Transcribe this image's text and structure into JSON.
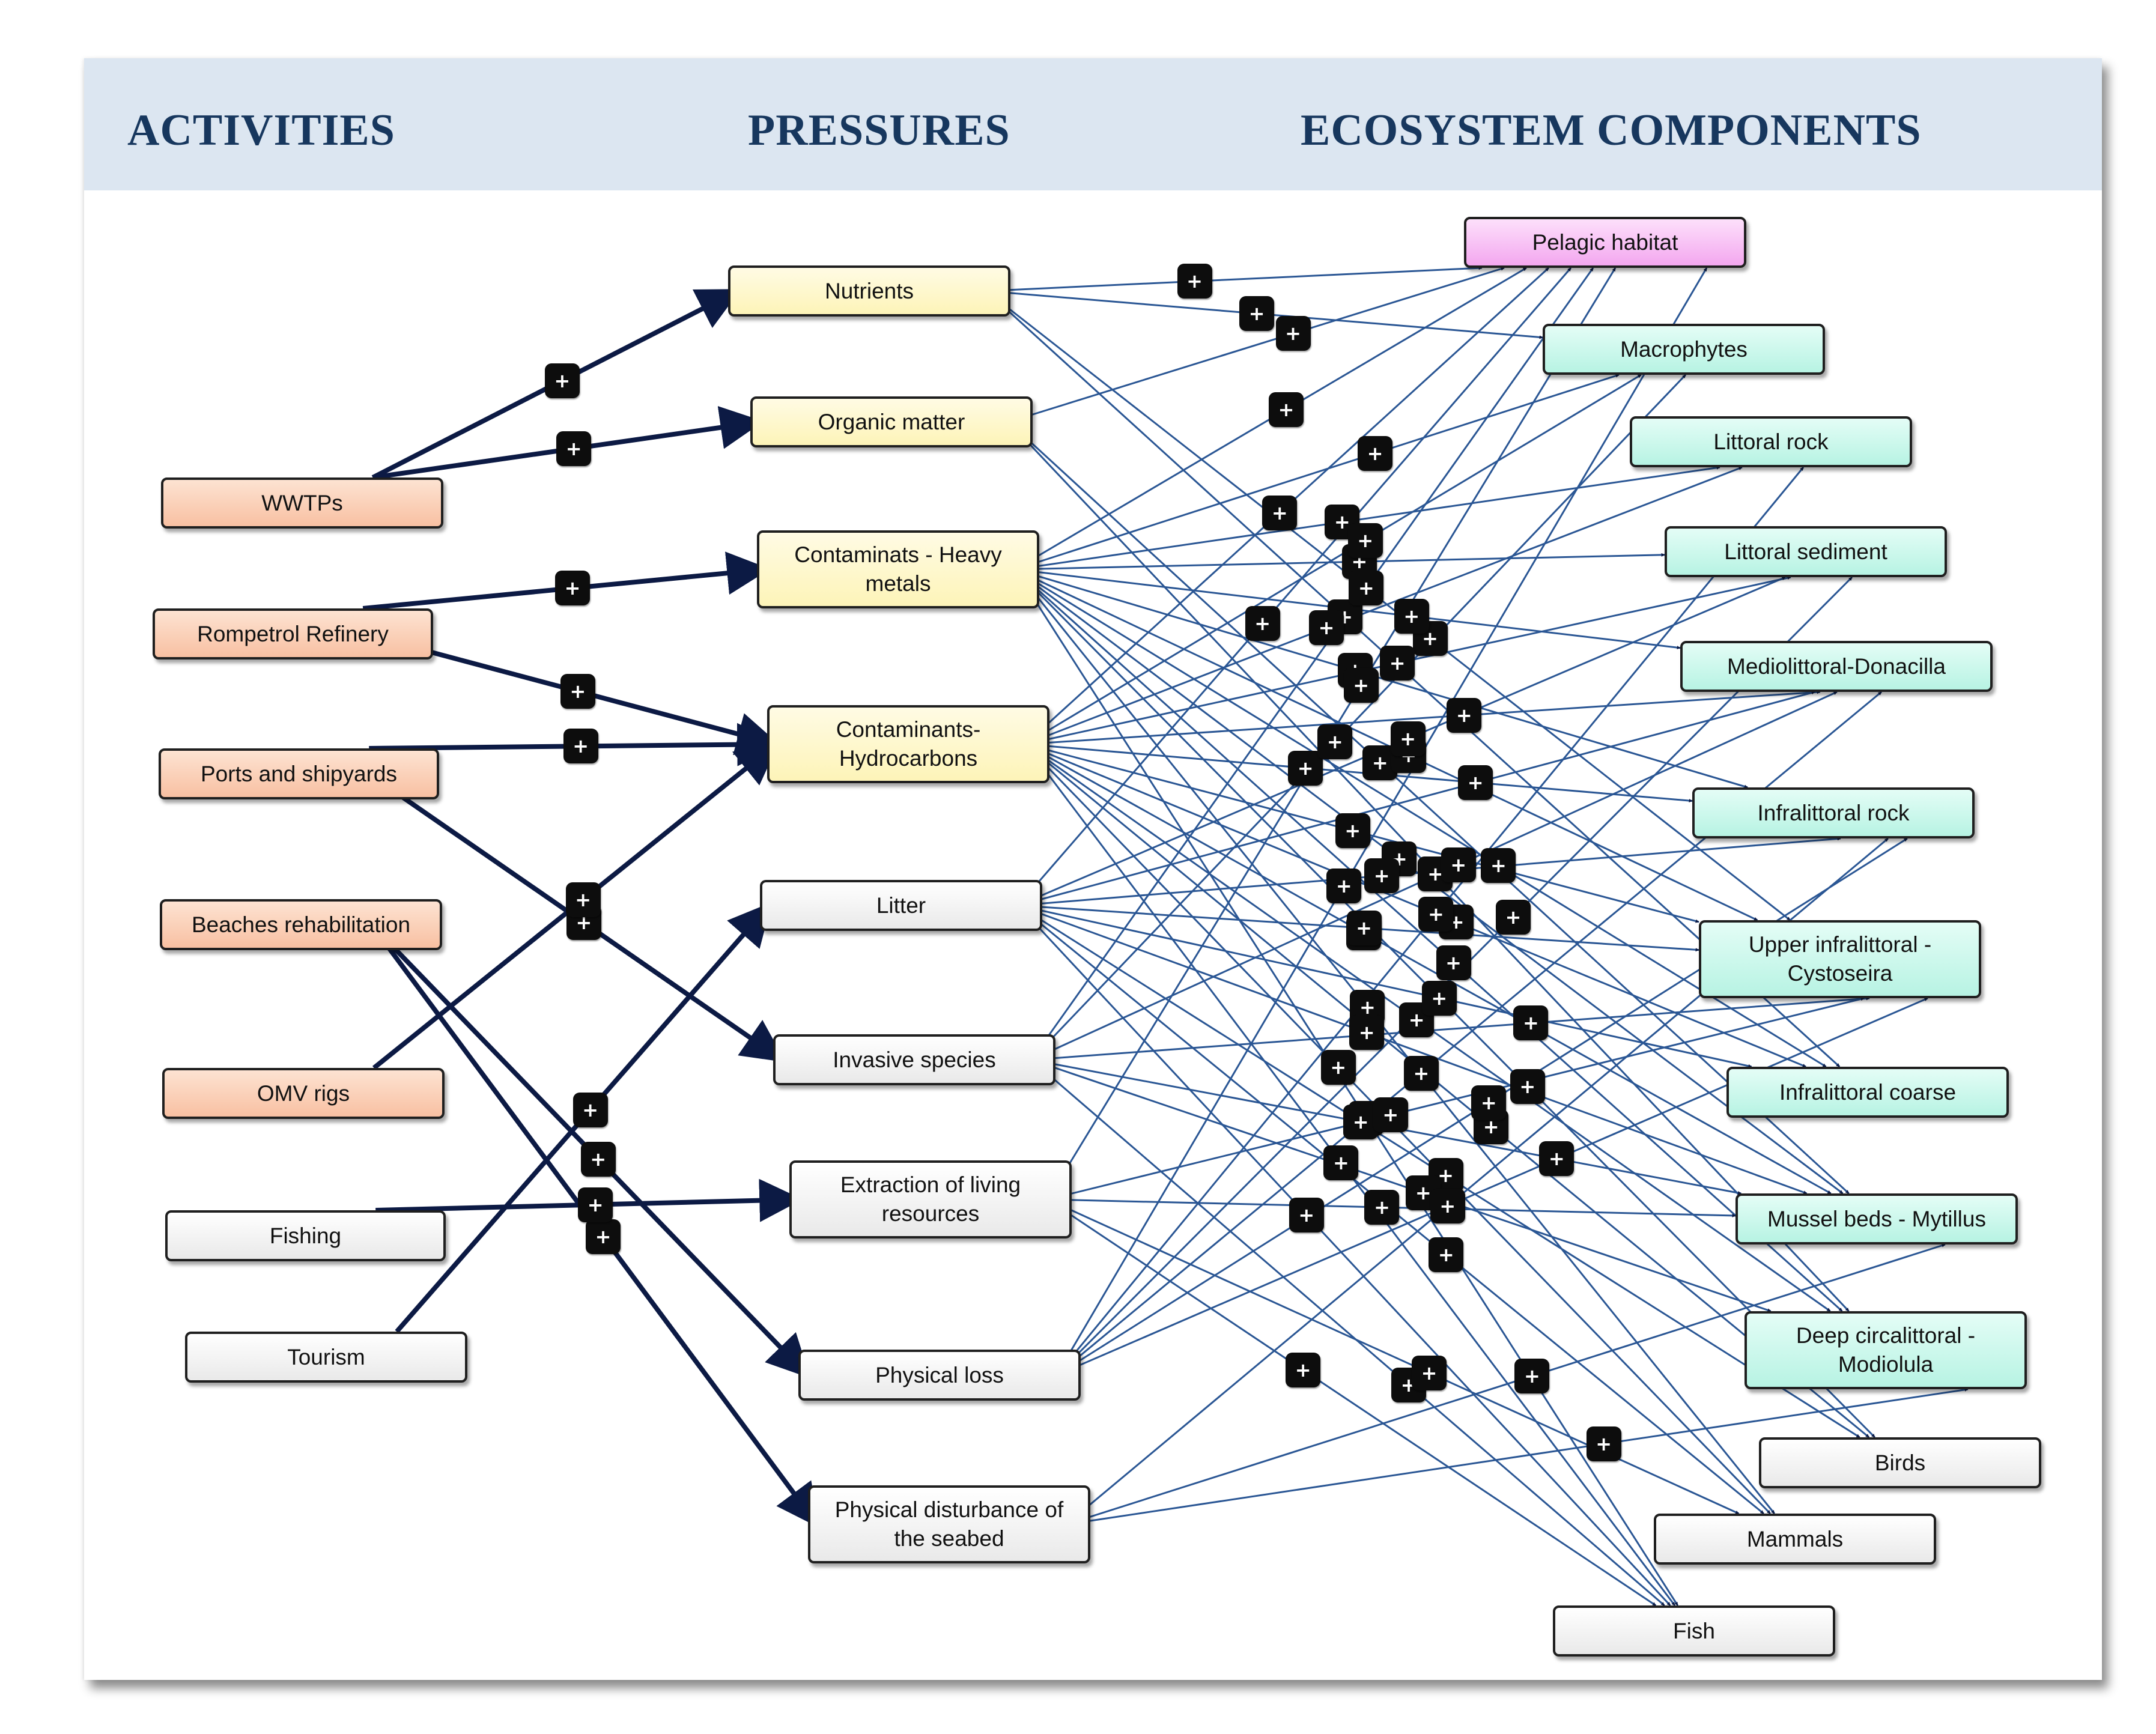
{
  "headers": {
    "activities": "ACTIVITIES",
    "pressures": "PRESSURES",
    "ecosystem": "ECOSYSTEM COMPONENTS"
  },
  "plus_symbol": "+",
  "colors": {
    "header_band": "#dce6f1",
    "header_text": "#17375e",
    "activity_highlight": "#f8c0a2",
    "pressure_highlight": "#fdf4b8",
    "ecosystem_highlight": "#b7f3e3",
    "pelagic_highlight": "#f3a7ef",
    "plain_node": "#ececec",
    "thick_link": "#0c1a44",
    "thin_link": "#2a5694",
    "marker": "#0d0d0d"
  },
  "activities": [
    {
      "id": "wwtps",
      "label": "WWTPs",
      "highlighted": true
    },
    {
      "id": "rompetrol",
      "label": "Rompetrol Refinery",
      "highlighted": true
    },
    {
      "id": "ports",
      "label": "Ports and shipyards",
      "highlighted": true
    },
    {
      "id": "beaches",
      "label": "Beaches rehabilitation",
      "highlighted": true
    },
    {
      "id": "omv",
      "label": "OMV rigs",
      "highlighted": true
    },
    {
      "id": "fishing",
      "label": "Fishing",
      "highlighted": false
    },
    {
      "id": "tourism",
      "label": "Tourism",
      "highlighted": false
    }
  ],
  "pressures": [
    {
      "id": "nutrients",
      "lines": [
        "Nutrients"
      ],
      "highlighted": true
    },
    {
      "id": "organic",
      "lines": [
        "Organic matter"
      ],
      "highlighted": true
    },
    {
      "id": "heavy",
      "lines": [
        "Contaminats - Heavy",
        "metals"
      ],
      "highlighted": true
    },
    {
      "id": "hydro",
      "lines": [
        "Contaminants-",
        "Hydrocarbons"
      ],
      "highlighted": true
    },
    {
      "id": "litter",
      "lines": [
        "Litter"
      ],
      "highlighted": false
    },
    {
      "id": "invasive",
      "lines": [
        "Invasive species"
      ],
      "highlighted": false
    },
    {
      "id": "extraction",
      "lines": [
        "Extraction of living",
        "resources"
      ],
      "highlighted": false
    },
    {
      "id": "physloss",
      "lines": [
        "Physical loss"
      ],
      "highlighted": false
    },
    {
      "id": "physdist",
      "lines": [
        "Physical disturbance of",
        "the seabed"
      ],
      "highlighted": false
    }
  ],
  "ecosystem": [
    {
      "id": "pelagic",
      "lines": [
        "Pelagic habitat"
      ],
      "style": "pelagic"
    },
    {
      "id": "macro",
      "lines": [
        "Macrophytes"
      ],
      "style": "highlight"
    },
    {
      "id": "lrock",
      "lines": [
        "Littoral rock"
      ],
      "style": "highlight"
    },
    {
      "id": "lsed",
      "lines": [
        "Littoral sediment"
      ],
      "style": "highlight"
    },
    {
      "id": "medio",
      "lines": [
        "Mediolittoral-Donacilla"
      ],
      "style": "highlight"
    },
    {
      "id": "irock",
      "lines": [
        "Infralittoral rock"
      ],
      "style": "highlight"
    },
    {
      "id": "upper",
      "lines": [
        "Upper infralittoral -",
        "Cystoseira"
      ],
      "style": "highlight"
    },
    {
      "id": "icoarse",
      "lines": [
        "Infralittoral coarse"
      ],
      "style": "highlight"
    },
    {
      "id": "mussel",
      "lines": [
        "Mussel beds - Mytillus"
      ],
      "style": "highlight"
    },
    {
      "id": "deep",
      "lines": [
        "Deep circalittoral -",
        "Modiolula"
      ],
      "style": "highlight"
    },
    {
      "id": "birds",
      "lines": [
        "Birds"
      ],
      "style": "plain"
    },
    {
      "id": "mammals",
      "lines": [
        "Mammals"
      ],
      "style": "plain"
    },
    {
      "id": "fish",
      "lines": [
        "Fish"
      ],
      "style": "plain"
    }
  ],
  "activity_links": [
    {
      "from": "wwtps",
      "to": "nutrients"
    },
    {
      "from": "wwtps",
      "to": "organic"
    },
    {
      "from": "rompetrol",
      "to": "heavy"
    },
    {
      "from": "rompetrol",
      "to": "hydro"
    },
    {
      "from": "ports",
      "to": "hydro"
    },
    {
      "from": "ports",
      "to": "invasive"
    },
    {
      "from": "omv",
      "to": "hydro"
    },
    {
      "from": "beaches",
      "to": "physloss"
    },
    {
      "from": "beaches",
      "to": "physdist"
    },
    {
      "from": "fishing",
      "to": "extraction"
    },
    {
      "from": "tourism",
      "to": "litter"
    }
  ],
  "pressure_links": [
    {
      "from": "nutrients",
      "to": [
        "pelagic",
        "macro",
        "upper",
        "icoarse"
      ]
    },
    {
      "from": "organic",
      "to": [
        "pelagic",
        "mussel",
        "deep"
      ]
    },
    {
      "from": "heavy",
      "to": [
        "pelagic",
        "macro",
        "lrock",
        "lsed",
        "medio",
        "irock",
        "upper",
        "icoarse",
        "mussel",
        "deep",
        "birds",
        "mammals",
        "fish"
      ]
    },
    {
      "from": "hydro",
      "to": [
        "pelagic",
        "macro",
        "lrock",
        "lsed",
        "medio",
        "irock",
        "upper",
        "icoarse",
        "mussel",
        "deep",
        "birds",
        "mammals",
        "fish"
      ]
    },
    {
      "from": "litter",
      "to": [
        "pelagic",
        "lsed",
        "medio",
        "irock",
        "upper",
        "icoarse",
        "mussel",
        "birds",
        "mammals",
        "fish"
      ]
    },
    {
      "from": "invasive",
      "to": [
        "pelagic",
        "macro",
        "medio",
        "upper",
        "mussel",
        "deep",
        "fish"
      ]
    },
    {
      "from": "extraction",
      "to": [
        "pelagic",
        "upper",
        "mussel",
        "mammals",
        "fish"
      ]
    },
    {
      "from": "physloss",
      "to": [
        "lrock",
        "lsed",
        "medio",
        "irock",
        "upper",
        "pelagic"
      ]
    },
    {
      "from": "physdist",
      "to": [
        "irock",
        "mussel",
        "deep"
      ]
    }
  ]
}
